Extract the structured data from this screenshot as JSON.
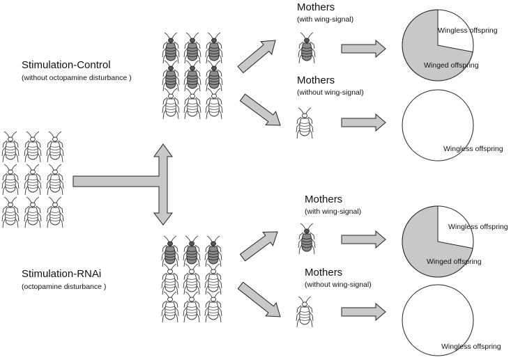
{
  "groups": [
    {
      "title": "Stimulation-Control",
      "subtitle": "(without octopamine disturbance )",
      "outcomes": [
        {
          "mother_title": "Mothers",
          "mother_subtitle": "(with wing-signal)",
          "winged_fraction": 0.72,
          "labels": [
            "Wingless offspring",
            "Winged offspring"
          ]
        },
        {
          "mother_title": "Mothers",
          "mother_subtitle": "(without wing-signal)",
          "winged_fraction": 0.0,
          "labels": [
            "Wingless offspring"
          ]
        }
      ]
    },
    {
      "title": "Stimulation-RNAi",
      "subtitle": "(octopamine disturbance  )",
      "outcomes": [
        {
          "mother_title": "Mothers",
          "mother_subtitle": "(with wing-signal)",
          "winged_fraction": 0.72,
          "labels": [
            "Wingless offspring",
            "Winged offspring"
          ]
        },
        {
          "mother_title": "Mothers",
          "mother_subtitle": "(without wing-signal)",
          "winged_fraction": 0.0,
          "labels": [
            "Wingless offspring"
          ]
        }
      ]
    }
  ],
  "colors": {
    "arrow_fill": "#c8c8c8",
    "pie_fill": "#c8c8c8",
    "stroke": "#222222",
    "aphid_dark": "#6a6a6a"
  },
  "icons": {
    "aphid": "aphid-icon"
  }
}
